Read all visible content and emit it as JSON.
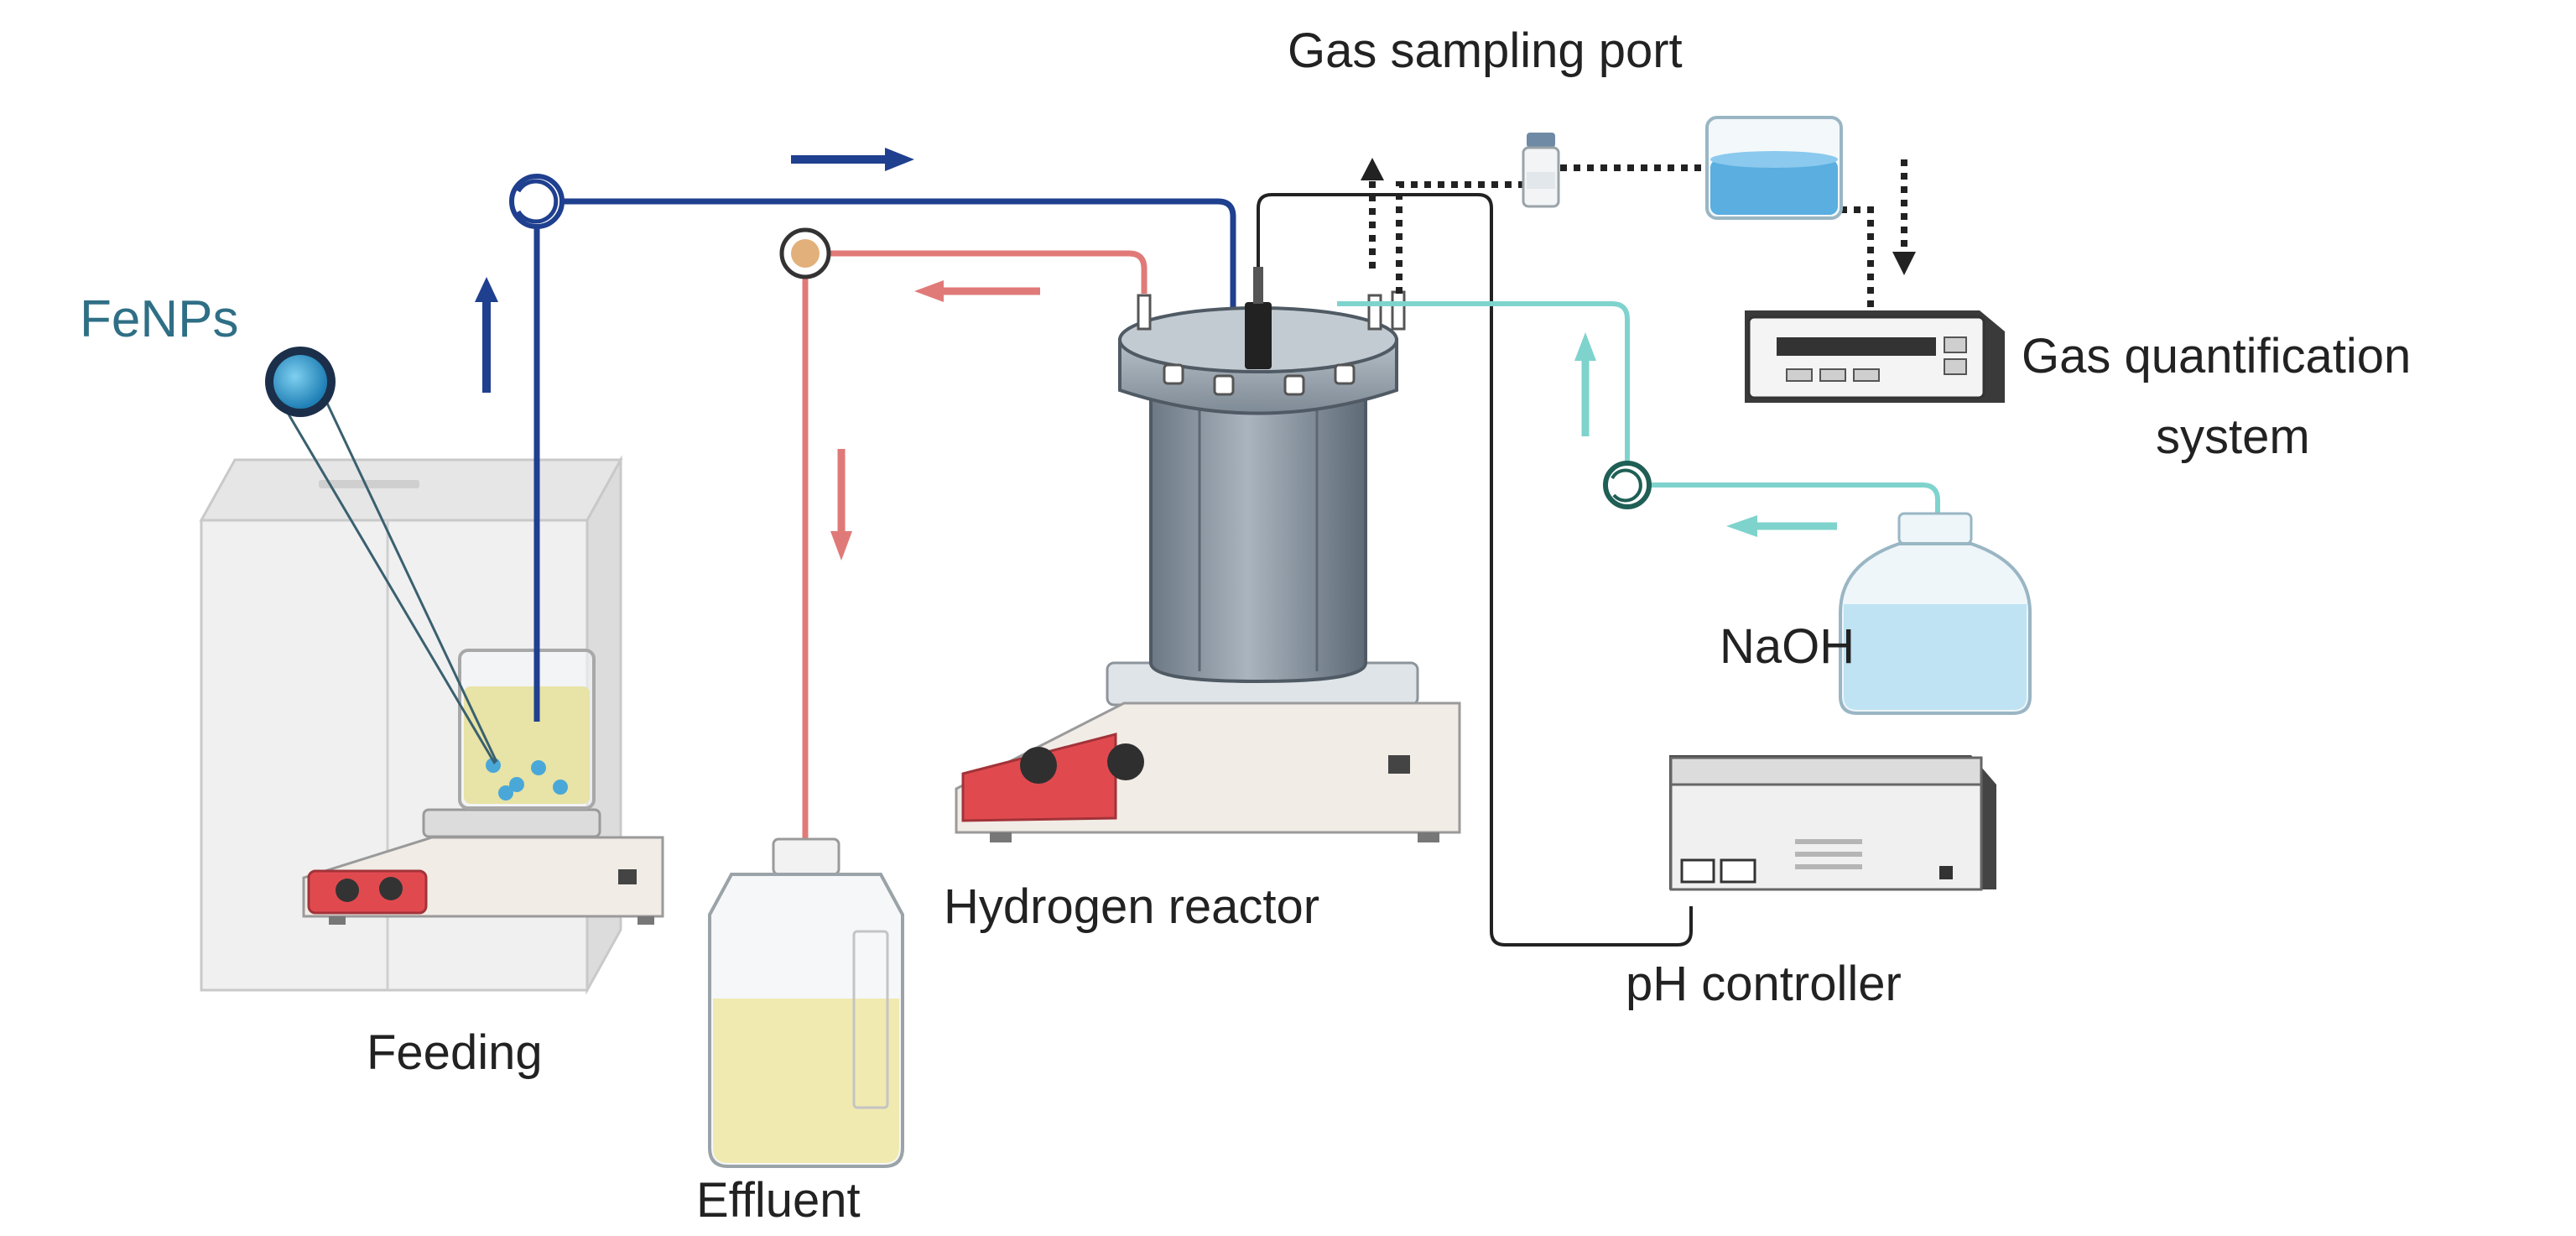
{
  "labels": {
    "fenps": "FeNPs",
    "feeding": "Feeding",
    "effluent": "Effluent",
    "hydrogen_reactor": "Hydrogen reactor",
    "gas_sampling_port": "Gas sampling port",
    "gas_quantification_line1": "Gas quantification",
    "gas_quantification_line2": "system",
    "naoh": "NaOH",
    "ph_controller": "pH controller"
  },
  "colors": {
    "feed_line": "#1f3f8f",
    "effluent_line": "#e07a78",
    "naoh_line": "#7fd3cd",
    "gas_line": "#222222",
    "feed_liquid": "#e8e3a6",
    "naoh_liquid": "#bfe3f2",
    "stirrer_panel": "#e04a4f",
    "reactor_body": "#8e9aa6",
    "fenps_particle": "#3aa6d8"
  },
  "icons": [
    "peristaltic-pump-icon",
    "beaker-icon",
    "magnetic-stirrer-icon",
    "reagent-bottle-icon",
    "gas-vial-icon",
    "water-trap-icon",
    "gas-meter-icon",
    "ph-controller-icon",
    "nanoparticle-icon",
    "incubator-enclosure-icon"
  ]
}
